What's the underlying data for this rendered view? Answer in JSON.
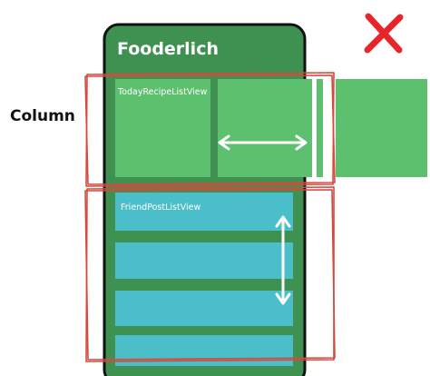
{
  "app": {
    "title": "Fooderlich"
  },
  "layout_label": "Column",
  "sections": {
    "top": {
      "name": "TodayRecipeListView",
      "scroll_direction": "horizontal"
    },
    "bottom": {
      "name": "FriendPostListView",
      "scroll_direction": "vertical"
    }
  },
  "status_icon": "x-mark-icon",
  "colors": {
    "phone_frame": "#3F9151",
    "recipe_card": "#5CC06F",
    "post_card": "#4BBFC9",
    "outline": "#D34A3E",
    "x_mark": "#E8262A",
    "arrow": "#ffffff"
  }
}
